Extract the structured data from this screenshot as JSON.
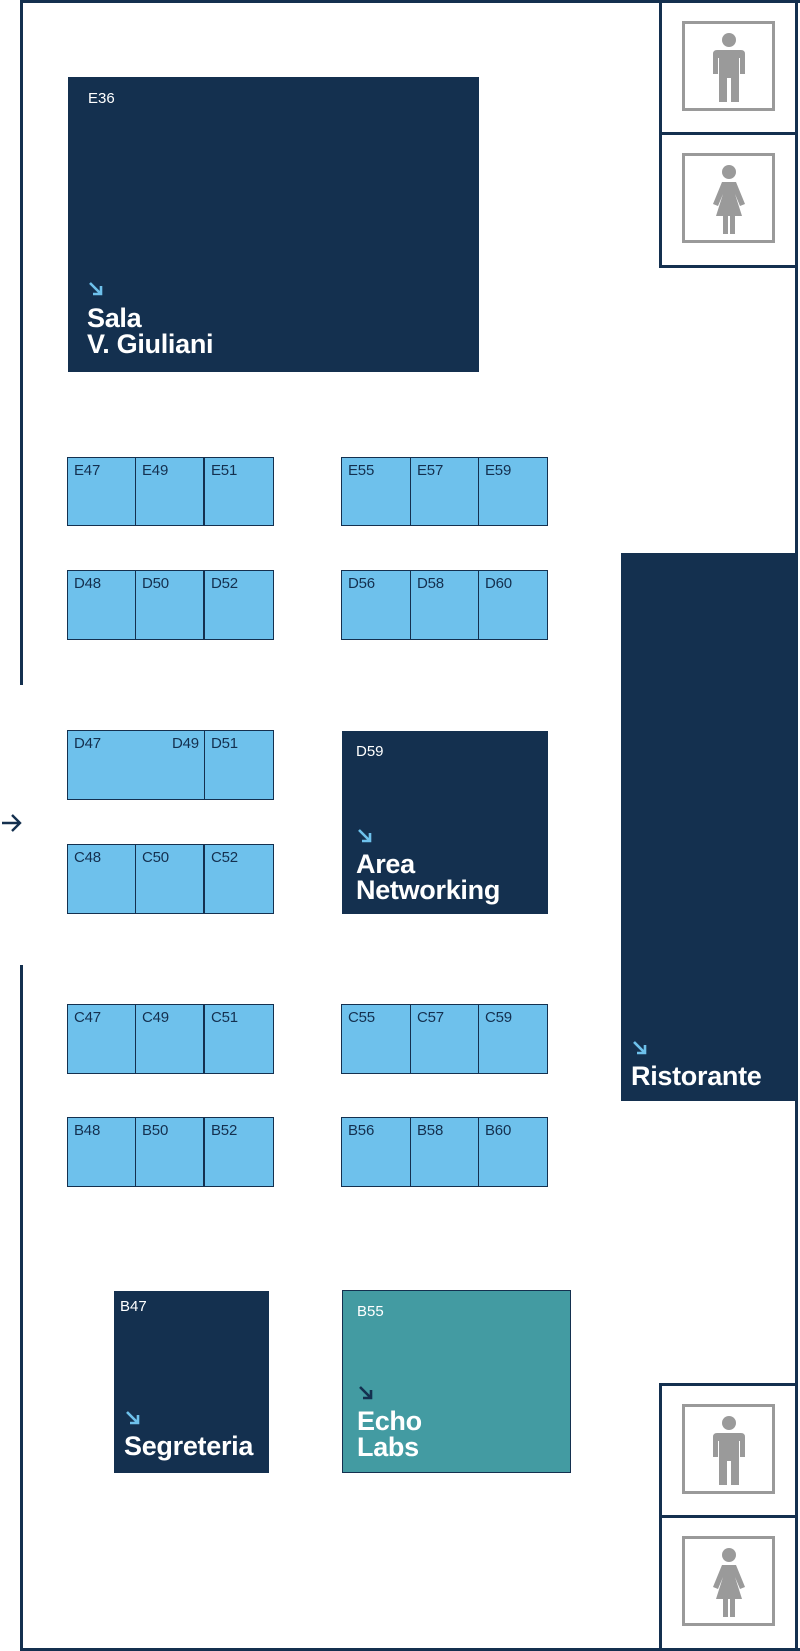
{
  "colors": {
    "navy": "#14304f",
    "booth_blue": "#6ec1ec",
    "teal": "#439ba2",
    "arrow_light": "#6ec1ec",
    "icon_gray": "#9a9a9a"
  },
  "entrance": {
    "icon": "arrow-right-icon"
  },
  "areas": {
    "sala": {
      "code": "E36",
      "line1": "Sala",
      "line2": "V. Giuliani"
    },
    "networking": {
      "code": "D59",
      "line1": "Area",
      "line2": "Networking"
    },
    "ristorante": {
      "line1": "Ristorante"
    },
    "segreteria": {
      "code": "B47",
      "line1": "Segreteria"
    },
    "echo": {
      "code": "B55",
      "line1": "Echo",
      "line2": "Labs"
    }
  },
  "booths": {
    "e47": "E47",
    "e49": "E49",
    "e51": "E51",
    "e55": "E55",
    "e57": "E57",
    "e59": "E59",
    "d48": "D48",
    "d50": "D50",
    "d52": "D52",
    "d56": "D56",
    "d58": "D58",
    "d60": "D60",
    "d47": "D47",
    "d49": "D49",
    "d51": "D51",
    "c48": "C48",
    "c50": "C50",
    "c52": "C52",
    "c47": "C47",
    "c49": "C49",
    "c51": "C51",
    "c55": "C55",
    "c57": "C57",
    "c59": "C59",
    "b48": "B48",
    "b50": "B50",
    "b52": "B52",
    "b56": "B56",
    "b58": "B58",
    "b60": "B60"
  },
  "restrooms": [
    {
      "icon": "restroom-men-icon"
    },
    {
      "icon": "restroom-women-icon"
    },
    {
      "icon": "restroom-men-icon"
    },
    {
      "icon": "restroom-women-icon"
    }
  ]
}
